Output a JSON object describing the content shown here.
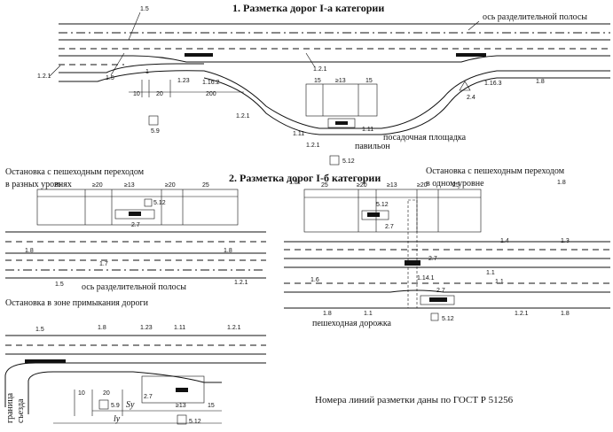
{
  "titles": {
    "section1": "1. Разметка дорог I-а категории",
    "section2": "2. Разметка дорог I-б категории"
  },
  "captions": {
    "axis_top": "ось разделительной полосы",
    "axis_left": "ось разделительной полосы",
    "stop_diff_levels_1": "Остановка с пешеходным переходом",
    "stop_diff_levels_2": "в разных уровнях",
    "stop_same_level_1": "Остановка с пешеходным переходом",
    "stop_same_level_2": "в одном уровне",
    "stop_junction": "Остановка в зоне примыкания дороги",
    "landing": "посадочная площадка",
    "pavilion": "павильон",
    "footpath": "пешеходная дорожка",
    "exit_border_1": "граница",
    "exit_border_2": "съезда",
    "note": "Номера линий разметки даны по ГОСТ Р 51256"
  },
  "labels_top": {
    "l15": "1.5",
    "l121a": "1.2.1",
    "l15b": "1.5",
    "l1": "1",
    "l123": "1.23",
    "l1162": "1.16.2",
    "l121b": "1.2.1",
    "l1163": "1.16.3",
    "l18": "1.8",
    "l24": "2.4",
    "l121c": "1.2.1",
    "l111": "1.11",
    "l121d": "1.2.1",
    "l111b": "1.11",
    "l59": "5.9",
    "l512": "5.12",
    "d10": "10",
    "d20": "20",
    "d200": "200",
    "d15a": "15",
    "d13": "≥13",
    "d15b": "15"
  },
  "labels_left": {
    "d25a": "25",
    "d20a": "≥20",
    "d13": "≥13",
    "d20b": "≥20",
    "d25b": "25",
    "l512": "5.12",
    "l27": "2.7",
    "l18a": "1.8",
    "l17": "1.7",
    "l18b": "1.8",
    "l15": "1.5",
    "l121": "1.2.1"
  },
  "labels_right": {
    "d25a": "25",
    "d20a": "≥20",
    "d13": "≥13",
    "d20b": "≥20",
    "d25b": "25",
    "l18a": "1.8",
    "l512a": "5.12",
    "l27a": "2.7",
    "l18b": "1.8",
    "l14a": "1.4",
    "l13": "1.3",
    "l27b": "2.7",
    "l16": "1.6",
    "l114": "1.14.1",
    "l11a": "1.1",
    "l11b": "1.1",
    "l27c": "2.7",
    "l18c": "1.8",
    "l11c": "1.1",
    "l121": "1.2.1",
    "l18d": "1.8",
    "l512b": "5.12"
  },
  "labels_junction": {
    "l15": "1.5",
    "l18": "1.8",
    "l123": "1.23",
    "l111": "1.11",
    "l121": "1.2.1",
    "d10": "10",
    "d20": "20",
    "l27": "2.7",
    "l59": "5.9",
    "sy": "Sy",
    "d13": "≥13",
    "d15": "15",
    "ly": "ly",
    "l512": "5.12"
  }
}
